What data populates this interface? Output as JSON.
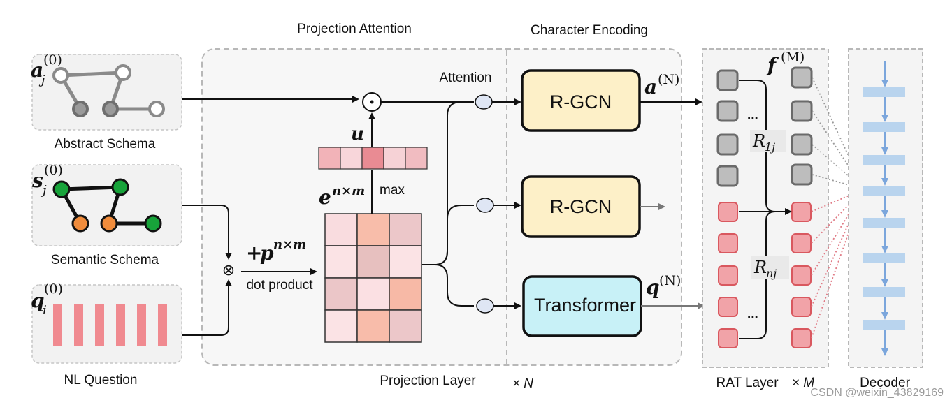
{
  "titles": {
    "projection_attention": "Projection Attention",
    "character_encoding": "Character Encoding"
  },
  "inputs": {
    "abstract_schema": {
      "symbol": "a",
      "sub": "j",
      "sup": "(0)",
      "label": "Abstract Schema"
    },
    "semantic_schema": {
      "symbol": "s",
      "sub": "j",
      "sup": "(0)",
      "label": "Semantic Schema"
    },
    "nl_question": {
      "symbol": "q",
      "sub": "i",
      "sup": "(0)",
      "label": "NL Question"
    }
  },
  "projection": {
    "otimes": "⊗",
    "odot": "⊙",
    "p_term": {
      "prefix": "+",
      "symbol": "p",
      "sup": "n×m"
    },
    "dot_product": "dot product",
    "e_term": {
      "symbol": "e",
      "sup": "n×m"
    },
    "max": "max",
    "u": "u",
    "attention": "Attention"
  },
  "encoders": {
    "rgcn_top": "R-GCN",
    "rgcn_mid": "R-GCN",
    "transformer": "Transformer",
    "a_out": {
      "symbol": "a",
      "sup": "(N)"
    },
    "q_out": {
      "symbol": "q",
      "sup": "(N)"
    }
  },
  "rat": {
    "f_term": {
      "symbol": "f",
      "sup": "(M)"
    },
    "r1": {
      "symbol": "R",
      "sub": "1j"
    },
    "rn": {
      "symbol": "R",
      "sub": "nj"
    },
    "dots": "...",
    "label": "RAT Layer",
    "times_m": "× M"
  },
  "bottom": {
    "projection_layer": "Projection Layer",
    "times_n": "× N",
    "decoder": "Decoder"
  },
  "watermark": "CSDN @weixin_43829169",
  "colors": {
    "panel_fill": "#f2f2f2",
    "panel_stroke": "#bdbdbd",
    "rgcn_fill": "#fdf0c8",
    "transformer_fill": "#c8f1f7",
    "red_fill": "#f1a3a8",
    "red_stroke": "#d9585f",
    "gray_fill": "#bdbdbd",
    "gray_stroke": "#6a6a6a",
    "decoder_bar": "#b9d4ee",
    "decoder_arrow": "#7ba6dc",
    "green_node": "#17a33a",
    "orange_node": "#f08c3c",
    "attn_node": "#dfe6f4"
  },
  "heatmap": [
    [
      "#f9dcdf",
      "#f8bdaa",
      "#ecc7c9"
    ],
    [
      "#fbe3e5",
      "#e7c0bf",
      "#fbe3e5"
    ],
    [
      "#ebc6c8",
      "#fbe0e3",
      "#f7b9a6"
    ],
    [
      "#fbe3e5",
      "#f8bcaa",
      "#ecc7c9"
    ]
  ],
  "u_row": [
    "#f2b3b8",
    "#f8d6da",
    "#e98b93",
    "#f6d2d6",
    "#f1bcc1"
  ]
}
